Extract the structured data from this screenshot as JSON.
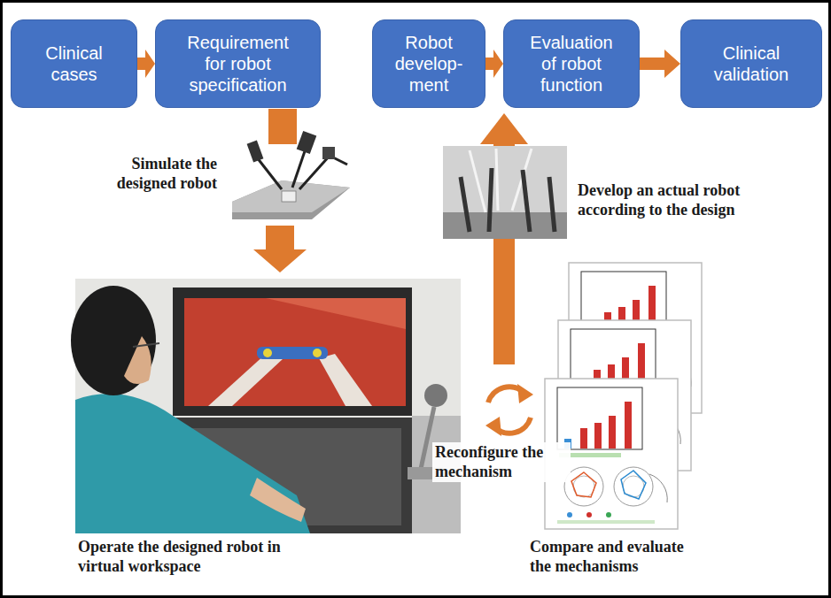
{
  "diagram": {
    "nodes": [
      {
        "text": [
          "Clinical cases"
        ]
      },
      {
        "text": [
          "Requirement for robot specification"
        ]
      },
      {
        "text": [
          "Robot develop- ment"
        ]
      },
      {
        "text": [
          "Evaluation of robot function"
        ]
      },
      {
        "text": [
          "Clinical validation"
        ]
      }
    ],
    "edges": [
      {
        "from": 0,
        "to": 1,
        "arrow": "to"
      },
      {
        "from": 2,
        "to": 3,
        "arrow": "to"
      },
      {
        "from": 3,
        "to": 4,
        "arrow": "to"
      }
    ],
    "labels": [
      "Simulate the designed robot",
      "Develop an actual robot according to the design",
      "Reconfigure the mechanism",
      "Operate the designed robot in virtual workspace",
      "Compare and evaluate the mechanisms"
    ]
  }
}
